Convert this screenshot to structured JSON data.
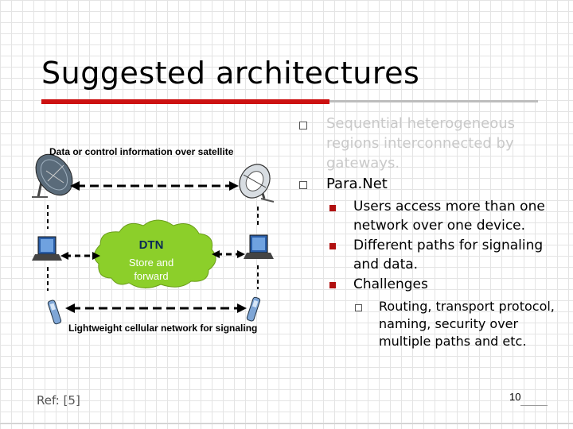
{
  "slide": {
    "title": "Suggested architectures",
    "reference": "Ref: [5]",
    "page_number": "10"
  },
  "diagram": {
    "satellite_label": "Data or control information over satellite",
    "cloud_title": "DTN",
    "cloud_subtitle": "Store and forward",
    "cellular_label": "Lightweight cellular network for signaling",
    "colors": {
      "cloud": "#8ccf2a",
      "link": "#000000"
    }
  },
  "bullets": [
    {
      "text": "Sequential heterogeneous regions interconnected by gateways.",
      "faded": true
    },
    {
      "text": "Para.Net",
      "children": [
        {
          "text": "Users access more than one network over one device."
        },
        {
          "text": "Different paths for signaling and data."
        },
        {
          "text": "Challenges",
          "children": [
            {
              "text": "Routing, transport protocol, naming, security over multiple paths and etc."
            }
          ]
        }
      ]
    }
  ],
  "colors": {
    "accent": "#cc1111",
    "grid": "#e4e4e4",
    "faded_text": "#c9c9c9"
  }
}
